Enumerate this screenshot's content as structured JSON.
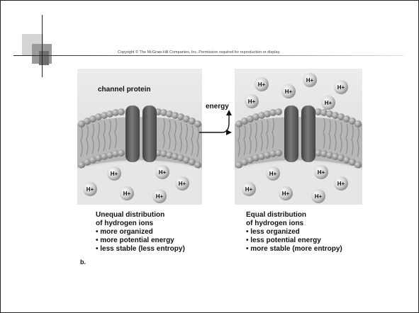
{
  "copyright": "Copyright © The McGraw-Hill Companies, Inc. Permission required for reproduction or display.",
  "left_panel": {
    "label": "channel protein",
    "ion_label": "H+",
    "caption": {
      "line1": "Unequal distribution",
      "line2": "of hydrogen ions",
      "bullet1": "• more organized",
      "bullet2": "• more potential energy",
      "bullet3": "• less stable (less entropy)"
    }
  },
  "right_panel": {
    "ion_label": "H+",
    "caption": {
      "line1": "Equal distribution",
      "line2": "of hydrogen ions",
      "bullet1": "• less organized",
      "bullet2": "• less potential energy",
      "bullet3": "• more stable (more entropy)"
    }
  },
  "arrow_label": "energy",
  "part_label": "b.",
  "colors": {
    "panel_bg": "#e2e2e2",
    "membrane_head": "#9a9a9a",
    "channel": "#5a5a5a",
    "ion": "#dcdcdc"
  }
}
